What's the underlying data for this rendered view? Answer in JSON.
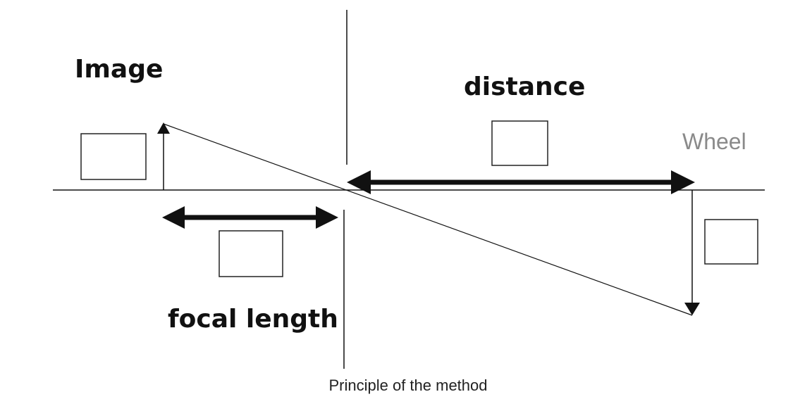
{
  "labels": {
    "image": "Image",
    "distance": "distance",
    "focal_length": "focal length",
    "wheel": "Wheel"
  },
  "caption": "Principle of the method",
  "colors": {
    "lines": "#111111",
    "wheel_label": "#8a8a8a",
    "background": "#ffffff"
  }
}
